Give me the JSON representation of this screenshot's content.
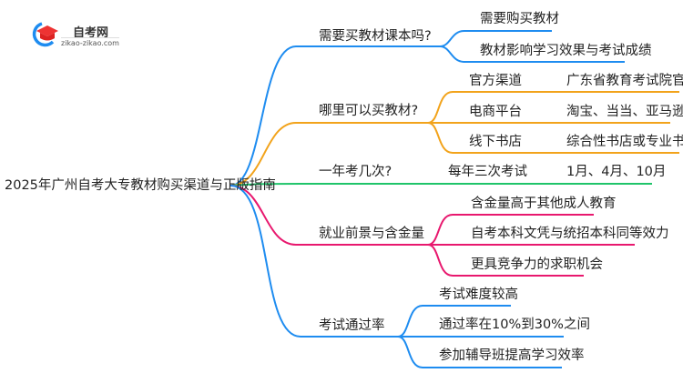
{
  "logo": {
    "name": "自考网",
    "url": "zikao-zikao.com"
  },
  "root": "2025年广州自考大专教材购买渠道与正版指南",
  "colors": {
    "blue": "#1e8cf0",
    "orange": "#f2a31b",
    "green": "#1fc46a",
    "pink": "#e8186e"
  },
  "branches": [
    {
      "label": "需要买教材课本吗?",
      "children": [
        "需要购买教材",
        "教材影响学习效果与考试成绩"
      ]
    },
    {
      "label": "哪里可以买教材?",
      "children": [
        {
          "label": "官方渠道",
          "detail": "广东省教育考试院官网"
        },
        {
          "label": "电商平台",
          "detail": "淘宝、当当、亚马逊"
        },
        {
          "label": "线下书店",
          "detail": "综合性书店或专业书店"
        }
      ]
    },
    {
      "label": "一年考几次?",
      "children": [
        {
          "label": "每年三次考试",
          "detail": "1月、4月、10月"
        }
      ]
    },
    {
      "label": "就业前景与含金量",
      "children": [
        "含金量高于其他成人教育",
        "自考本科文凭与统招本科同等效力",
        "更具竞争力的求职机会"
      ]
    },
    {
      "label": "考试通过率",
      "children": [
        "考试难度较高",
        "通过率在10%到30%之间",
        "参加辅导班提高学习效率"
      ]
    }
  ]
}
